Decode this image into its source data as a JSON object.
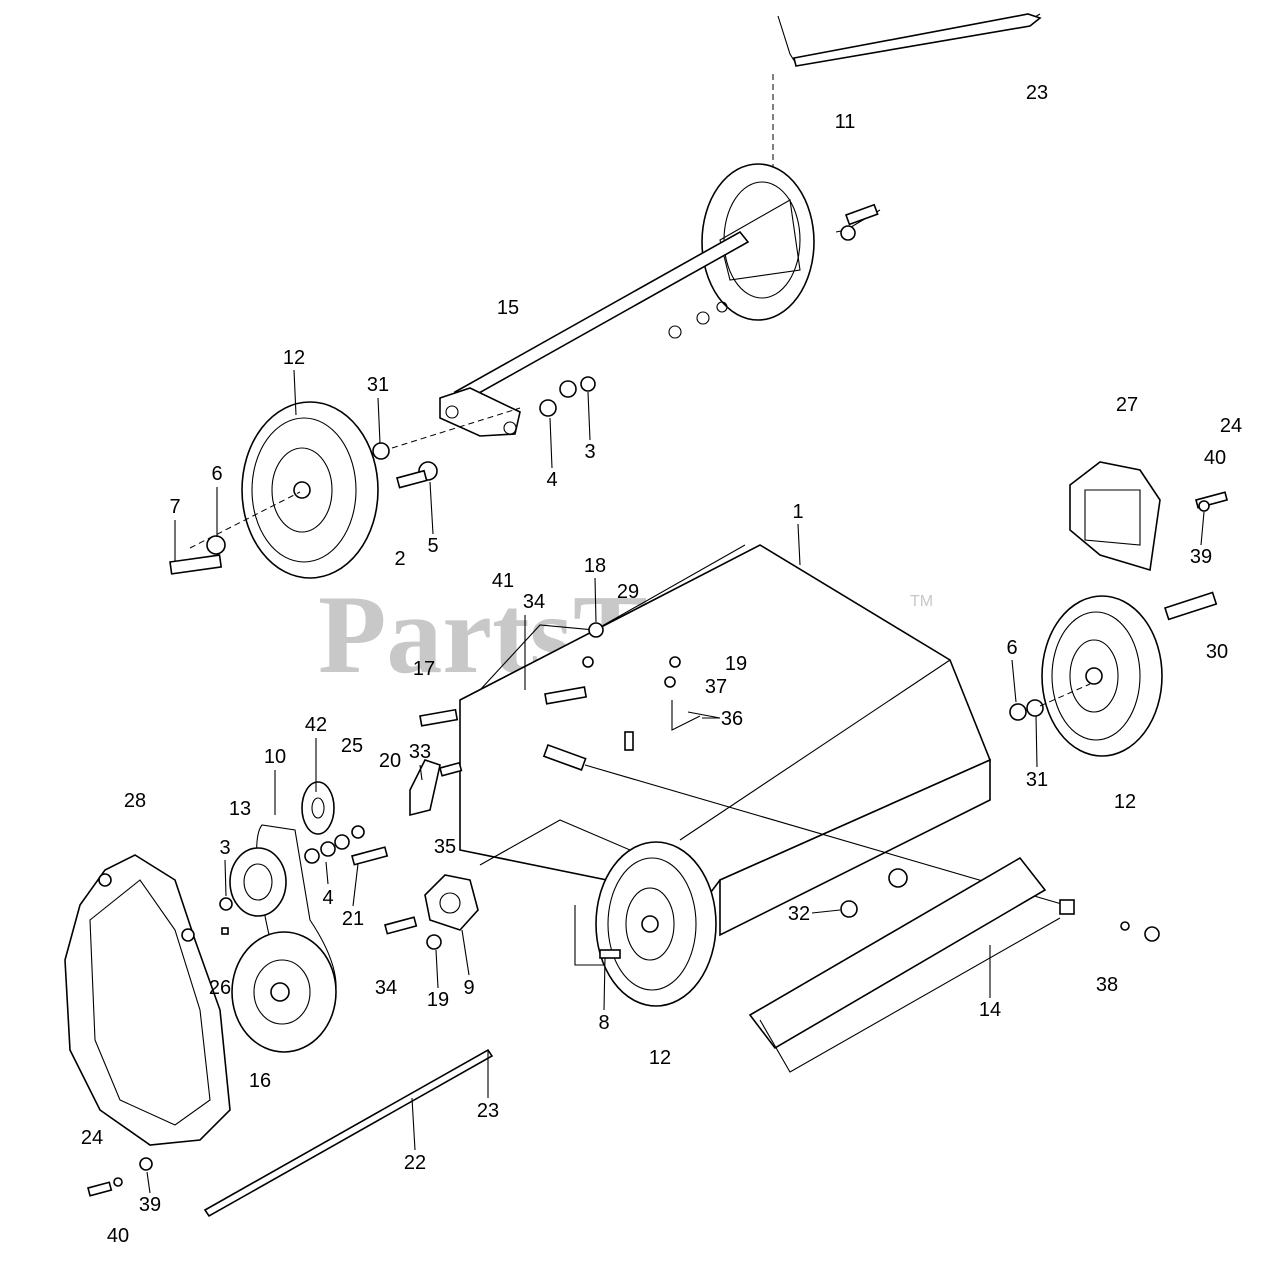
{
  "watermark": {
    "brand": "PartsTree",
    "mark": "TM"
  },
  "callouts": [
    {
      "label": "1"
    },
    {
      "label": "2"
    },
    {
      "label": "3"
    },
    {
      "label": "3"
    },
    {
      "label": "4"
    },
    {
      "label": "4"
    },
    {
      "label": "5"
    },
    {
      "label": "6"
    },
    {
      "label": "6"
    },
    {
      "label": "7"
    },
    {
      "label": "8"
    },
    {
      "label": "9"
    },
    {
      "label": "10"
    },
    {
      "label": "11"
    },
    {
      "label": "12"
    },
    {
      "label": "12"
    },
    {
      "label": "12"
    },
    {
      "label": "12"
    },
    {
      "label": "13"
    },
    {
      "label": "14"
    },
    {
      "label": "15"
    },
    {
      "label": "16"
    },
    {
      "label": "17"
    },
    {
      "label": "18"
    },
    {
      "label": "19"
    },
    {
      "label": "19"
    },
    {
      "label": "20"
    },
    {
      "label": "21"
    },
    {
      "label": "22"
    },
    {
      "label": "23"
    },
    {
      "label": "23"
    },
    {
      "label": "24"
    },
    {
      "label": "24"
    },
    {
      "label": "25"
    },
    {
      "label": "26"
    },
    {
      "label": "27"
    },
    {
      "label": "28"
    },
    {
      "label": "29"
    },
    {
      "label": "30"
    },
    {
      "label": "31"
    },
    {
      "label": "31"
    },
    {
      "label": "32"
    },
    {
      "label": "33"
    },
    {
      "label": "34"
    },
    {
      "label": "34"
    },
    {
      "label": "35"
    },
    {
      "label": "36"
    },
    {
      "label": "37"
    },
    {
      "label": "38"
    },
    {
      "label": "39"
    },
    {
      "label": "39"
    },
    {
      "label": "40"
    },
    {
      "label": "40"
    },
    {
      "label": "41"
    },
    {
      "label": "42"
    }
  ]
}
